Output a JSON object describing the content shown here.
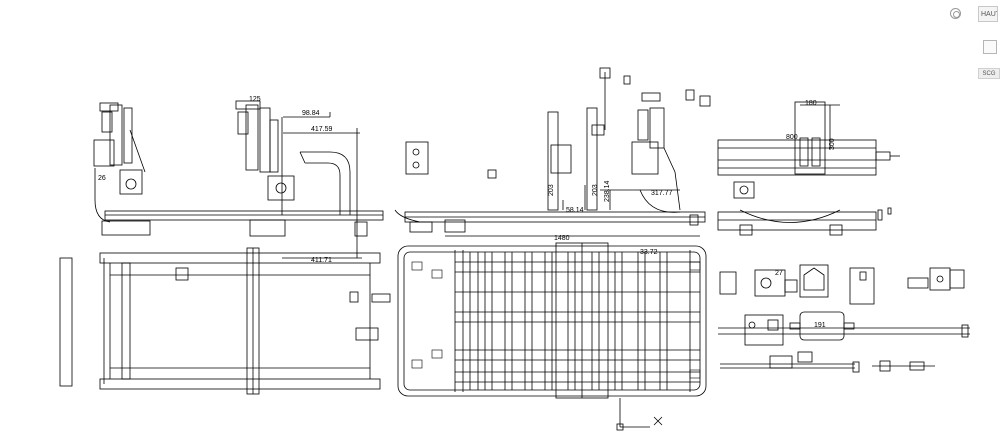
{
  "viewport": {
    "viewcube_label": "HAUT",
    "wcs_label": "SCG",
    "compass_icon": "compass-icon",
    "navigation_icon": "steering-wheel-icon"
  },
  "dimensions": {
    "d1": "125",
    "d2": "98.84",
    "d3": "417.59",
    "d4": "411.71",
    "d5": "26",
    "d6": "180",
    "d7": "800",
    "d8": "300",
    "d9": "203",
    "d10": "203",
    "d11": "238.14",
    "d12": "58.14",
    "d13": "317.77",
    "d14": "1480",
    "d15": "33.72",
    "d16": "191",
    "d17": "27"
  },
  "colors": {
    "background": "#ffffff",
    "linework": "#000000"
  }
}
